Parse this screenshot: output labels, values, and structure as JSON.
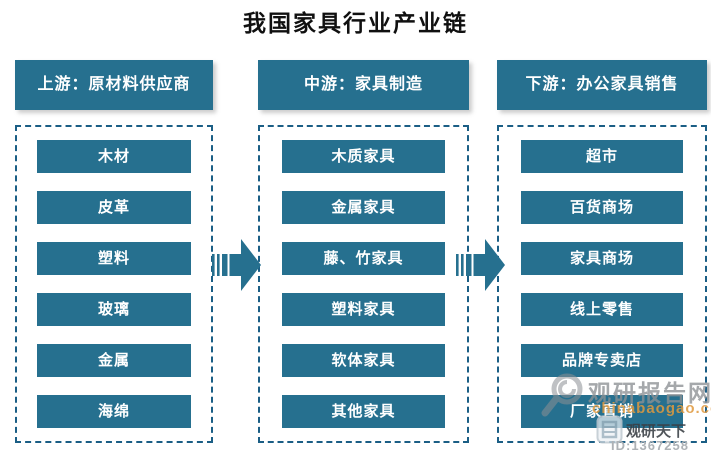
{
  "title": "我国家具行业产业链",
  "columns": [
    {
      "header": "上游：原材料供应商",
      "items": [
        "木材",
        "皮革",
        "塑料",
        "玻璃",
        "金属",
        "海绵"
      ]
    },
    {
      "header": "中游：家具制造",
      "items": [
        "木质家具",
        "金属家具",
        "藤、竹家具",
        "塑料家具",
        "软体家具",
        "其他家具"
      ]
    },
    {
      "header": "下游：办公家具销售",
      "items": [
        "超市",
        "百货商场",
        "家具商场",
        "线上零售",
        "品牌专卖店",
        "厂家直销"
      ]
    }
  ],
  "watermark": {
    "site_name": "观研报告网",
    "site_url": "chinabaogao.com",
    "brand_name": "观研天下",
    "id_text": "ID:1367258"
  },
  "colors": {
    "box_teal": "#26708F",
    "dash_border": "#1B5E85",
    "watermark_gray": "#8C9094",
    "watermark_orange": "#E09A3F",
    "brand_dark": "#3A3F45",
    "id_gray": "#AEB2B6"
  }
}
